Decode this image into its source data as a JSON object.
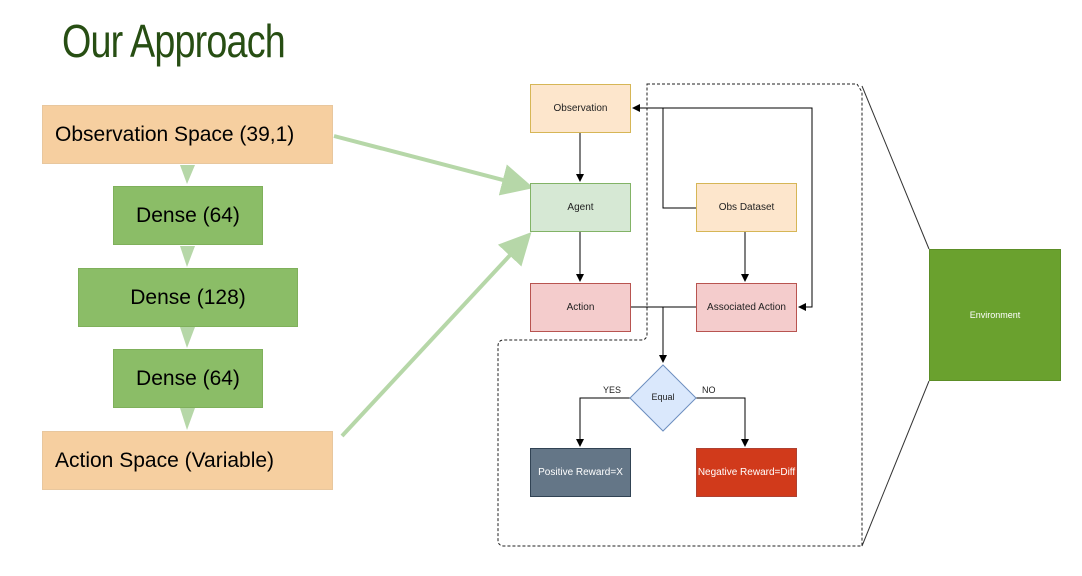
{
  "title": "Our Approach",
  "network": {
    "input": "Observation Space (39,1)",
    "layers": [
      "Dense (64)",
      "Dense (128)",
      "Dense (64)"
    ],
    "output": "Action Space (Variable)"
  },
  "flowchart": {
    "observation": "Observation",
    "agent": "Agent",
    "action": "Action",
    "obs_dataset": "Obs Dataset",
    "associated_action": "Associated Action",
    "decision": "Equal",
    "yes_label": "YES",
    "no_label": "NO",
    "positive": "Positive Reward=X",
    "negative": "Negative Reward=Diff"
  },
  "environment": "Environment",
  "colors": {
    "title": "#274e13",
    "io_box": "#f6cfa0",
    "dense_box": "#8bbd67",
    "connector": "#b6d7a8",
    "environment": "#6aa12e"
  }
}
